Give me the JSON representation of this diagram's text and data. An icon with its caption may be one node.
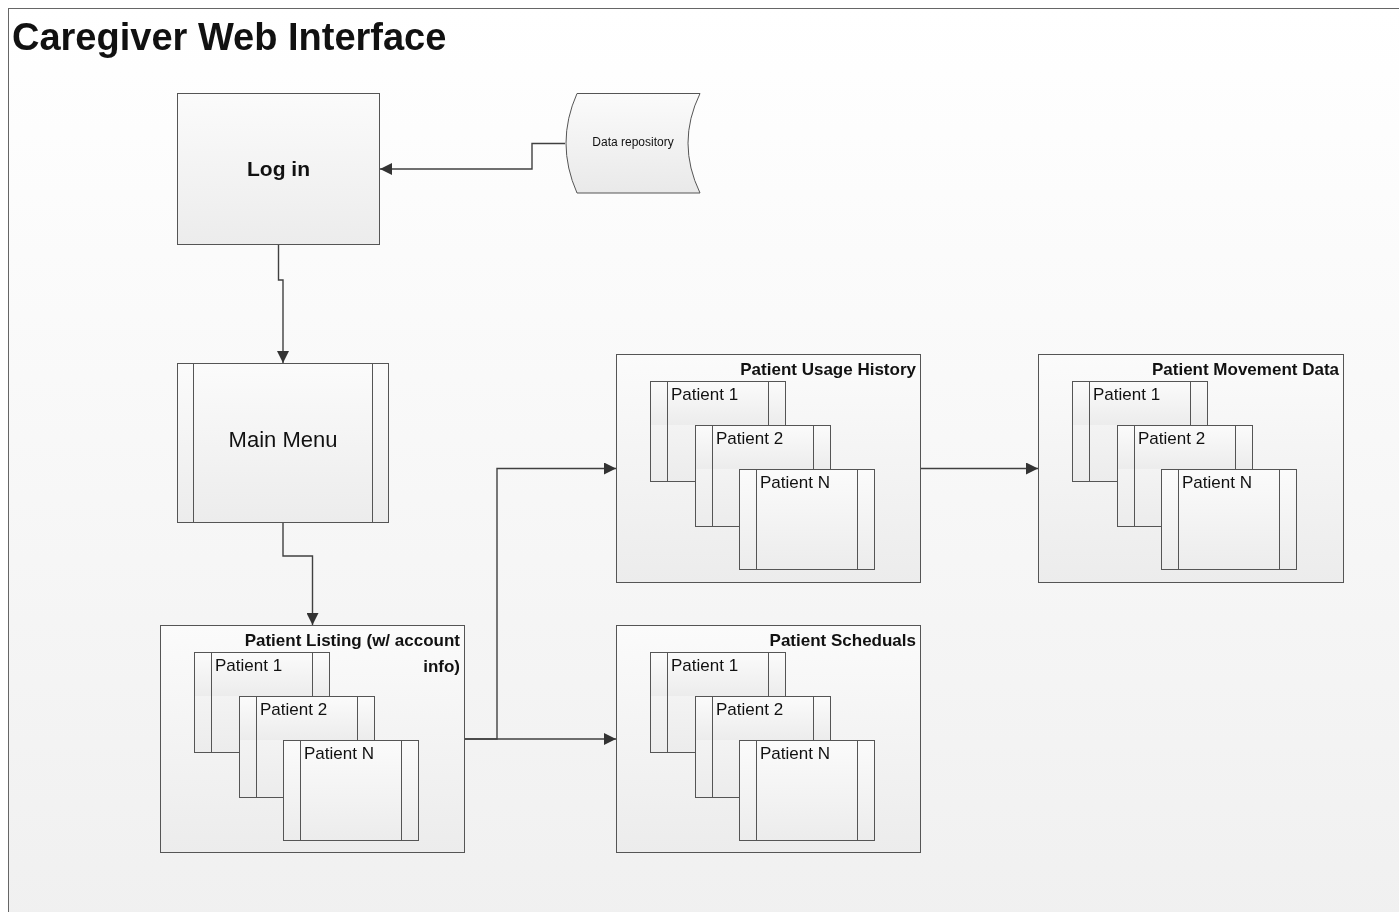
{
  "diagram": {
    "title": "Caregiver Web Interface",
    "nodes": [
      {
        "text": [
          "Log in"
        ]
      },
      {
        "text": [
          "Data repository"
        ]
      },
      {
        "text": [
          "Main Menu"
        ]
      },
      {
        "text": [
          "Patient Listing (w/ account info)"
        ]
      },
      {
        "text": [
          "Patient 1"
        ],
        "in": 3
      },
      {
        "text": [
          "Patient 2"
        ],
        "in": 3
      },
      {
        "text": [
          "Patient N"
        ],
        "in": 3
      },
      {
        "text": [
          "Patient Usage History"
        ]
      },
      {
        "text": [
          "Patient 1"
        ],
        "in": 7
      },
      {
        "text": [
          "Patient 2"
        ],
        "in": 7
      },
      {
        "text": [
          "Patient N"
        ],
        "in": 7
      },
      {
        "text": [
          "Patient Movement Data"
        ]
      },
      {
        "text": [
          "Patient 1"
        ],
        "in": 11
      },
      {
        "text": [
          "Patient 2"
        ],
        "in": 11
      },
      {
        "text": [
          "Patient N"
        ],
        "in": 11
      },
      {
        "text": [
          "Patient Scheduals"
        ]
      },
      {
        "text": [
          "Patient 1"
        ],
        "in": 15
      },
      {
        "text": [
          "Patient 2"
        ],
        "in": 15
      },
      {
        "text": [
          "Patient N"
        ],
        "in": 15
      }
    ],
    "edges": [
      {
        "from": 1,
        "to": 0,
        "arrow": "to"
      },
      {
        "from": 0,
        "to": 2,
        "arrow": "to"
      },
      {
        "from": 2,
        "to": 3,
        "arrow": "to"
      },
      {
        "from": 3,
        "to": 7,
        "arrow": "to"
      },
      {
        "from": 3,
        "to": 15,
        "arrow": "to"
      },
      {
        "from": 7,
        "to": 11,
        "arrow": "to"
      }
    ]
  }
}
